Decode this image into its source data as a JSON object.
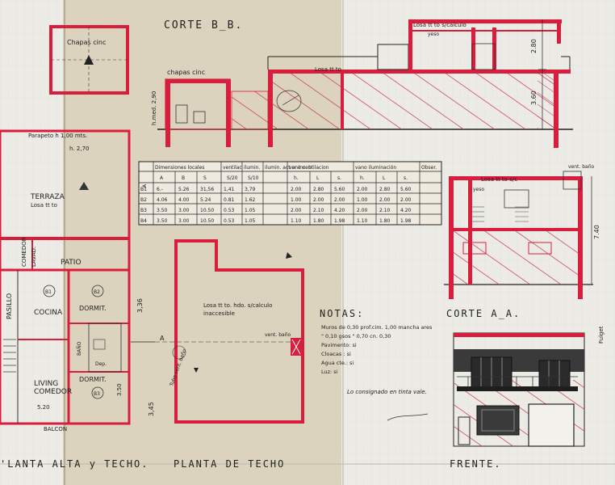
{
  "titles": {
    "corte_bb": "CORTE B_B.",
    "corte_aa": "CORTE A_A.",
    "planta_techo": "PLANTA DE TECHO",
    "planta_alta": "'LANTA ALTA y TECHO.",
    "frente": "FRENTE."
  },
  "labels": {
    "chapas_cinc_1": "Chapas cinc",
    "chapas_cinc_2": "chapas cinc",
    "losa_corte_bb": "Losa tt to",
    "losa_calculo": "Losa tt to s/calculo",
    "yeso": "yeso",
    "losa_corte_aa": "Losa tt to s/c",
    "vent_bano": "vent. baño",
    "h_med": "h.med. 2,90",
    "dim_280": "2.80",
    "dim_360": "3.60",
    "dim_740": "7.40",
    "parapeto": "Parapeto h 1,00 mts.",
    "h270": "h. 2,70",
    "terraza": "TERRAZA",
    "losa_terraza": "Losa tt to",
    "patio": "PATIO",
    "pasillo": "PASILLO",
    "lavad": "LAVAD.",
    "comedor_top": "COMEDOR",
    "cocina": "COCINA",
    "dormit_1": "DORMIT.",
    "dormit_2": "DORMIT.",
    "living": "LIVING",
    "comedor": "COMEDOR",
    "balcon": "BALCON",
    "bano": "BAÑO",
    "dep": "Dep.",
    "b1": "B1",
    "b2": "B2",
    "b3": "B3",
    "dim_3_36": "3,36",
    "dim_3_45": "3,45",
    "dim_3_50": "3.50",
    "dim_5_20": "5.20",
    "losa_techo_1": "Losa tt to. hdo. s/calculo",
    "losa_techo_2": "inaccesible",
    "vent_bano_2": "vent. baño",
    "tubo_vent": "Tubo vent. baño",
    "tabla_label": "A",
    "corte_a": "A",
    "fulget": "Fulget"
  },
  "notas": {
    "title": "NOTAS:",
    "lines": [
      "Muros de 0,30 prof.cim. 1,00 mancha ares",
      "\" 0,10 gsos  \" 0,70 cn. 0,30",
      "Pavimento: si",
      "Cloacas : si",
      "Agua cte.: si",
      "Luz: si"
    ],
    "firma": "Lo consignado en tinta vale."
  },
  "table": {
    "group_headers": [
      "Dimensiones locales",
      "ventilac",
      "ilumin.",
      "ilumin. act or inc. b",
      "vano ventilacion",
      "vano iluminación",
      "Obser."
    ],
    "sub_headers": [
      "A",
      "B",
      "S",
      "S/20",
      "S/10",
      "",
      "h.",
      "L",
      "s.",
      "h.",
      "L",
      "s."
    ],
    "rows": [
      {
        "id": "B1",
        "cells": [
          "6.-",
          "5.26",
          "31,56",
          "1,41",
          "3,79",
          "",
          "2.00",
          "2.80",
          "5.60",
          "2.00",
          "2.80",
          "5.60"
        ]
      },
      {
        "id": "B2",
        "cells": [
          "4.06",
          "4.00",
          "5.24",
          "0.81",
          "1.62",
          "",
          "1.00",
          "2.00",
          "2.00",
          "1.00",
          "2.00",
          "2.00"
        ]
      },
      {
        "id": "B3",
        "cells": [
          "3.50",
          "3.00",
          "10.50",
          "0.53",
          "1.05",
          "",
          "2.00",
          "2.10",
          "4.20",
          "2.00",
          "2.10",
          "4.20"
        ]
      },
      {
        "id": "B4",
        "cells": [
          "3.50",
          "3.00",
          "10.50",
          "0.53",
          "1.05",
          "",
          "1.10",
          "1.80",
          "1.98",
          "1.10",
          "1.80",
          "1.98"
        ]
      }
    ]
  },
  "colors": {
    "paper": "#ecebe6",
    "paper_aged": "#d9cfb6",
    "ink": "#222222",
    "wall": "#d81e3c",
    "hatch": "#c8324f"
  }
}
